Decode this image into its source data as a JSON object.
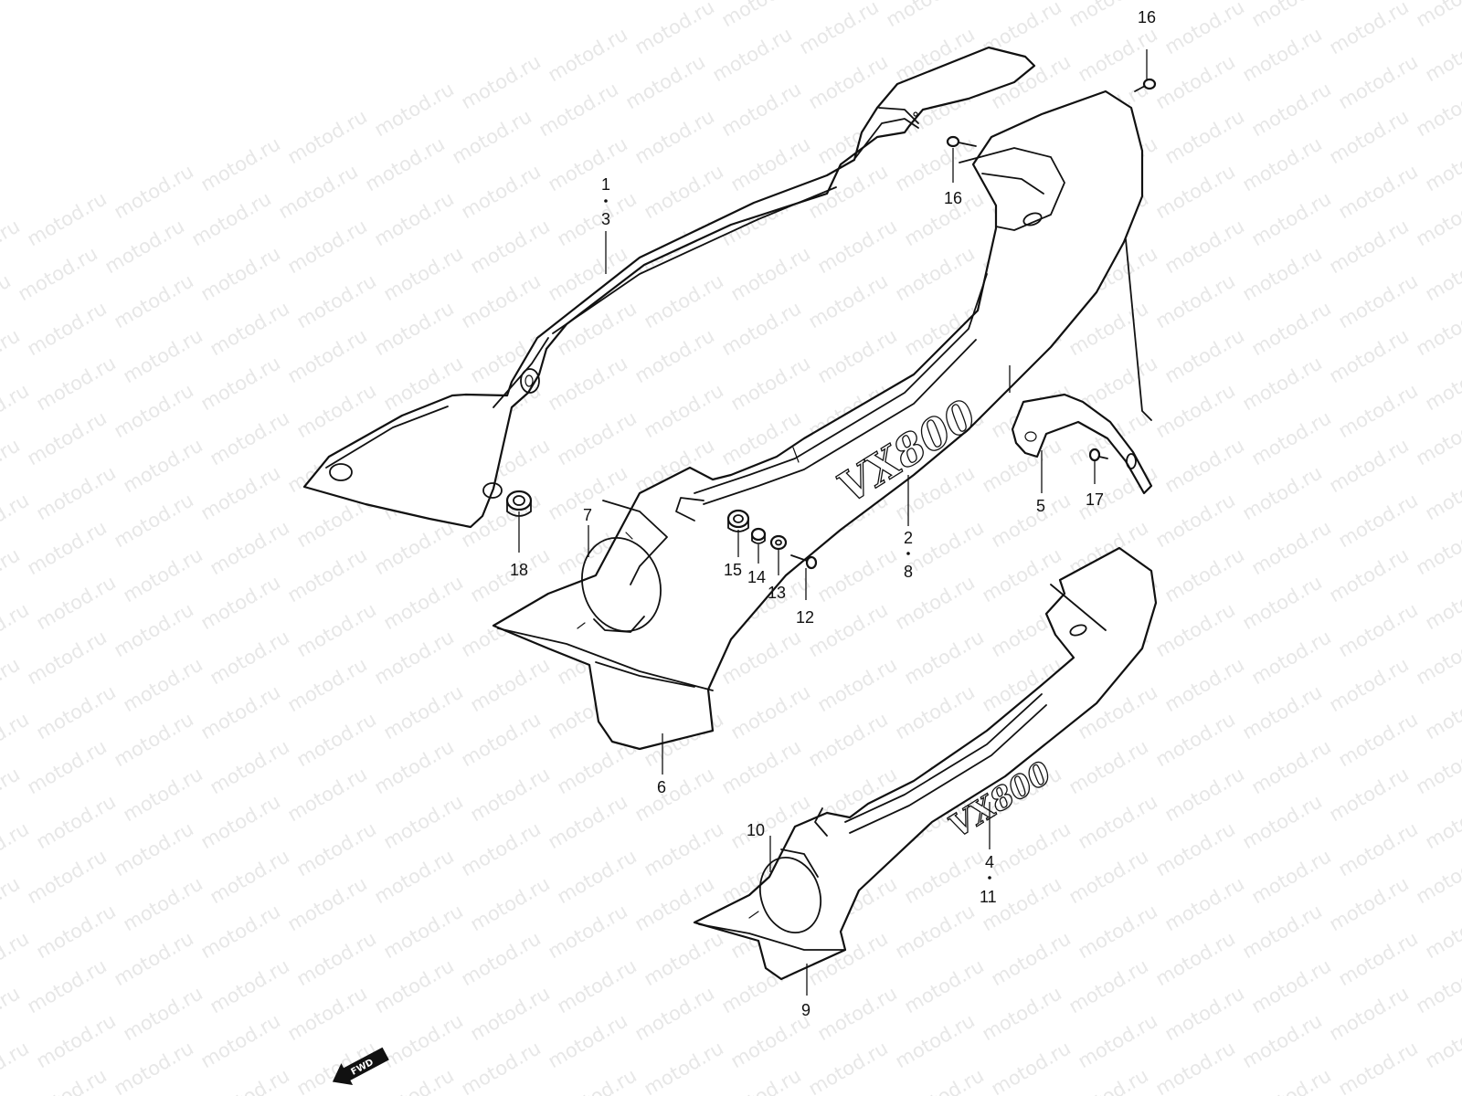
{
  "watermark": {
    "text": "motod.ru"
  },
  "callouts": [
    {
      "id": "c1",
      "text": "1"
    },
    {
      "id": "c3",
      "text": "3"
    },
    {
      "id": "c16a",
      "text": "16"
    },
    {
      "id": "c16b",
      "text": "16"
    },
    {
      "id": "c5",
      "text": "5"
    },
    {
      "id": "c17",
      "text": "17"
    },
    {
      "id": "c2",
      "text": "2"
    },
    {
      "id": "c8",
      "text": "8"
    },
    {
      "id": "c7",
      "text": "7"
    },
    {
      "id": "c18",
      "text": "18"
    },
    {
      "id": "c15",
      "text": "15"
    },
    {
      "id": "c14",
      "text": "14"
    },
    {
      "id": "c13",
      "text": "13"
    },
    {
      "id": "c12",
      "text": "12"
    },
    {
      "id": "c6",
      "text": "6"
    },
    {
      "id": "c10",
      "text": "10"
    },
    {
      "id": "c4",
      "text": "4"
    },
    {
      "id": "c11",
      "text": "11"
    },
    {
      "id": "c9",
      "text": "9"
    }
  ],
  "emblems": {
    "upper": "VX800",
    "lower": "VX800"
  },
  "fwd_label": "FWD"
}
